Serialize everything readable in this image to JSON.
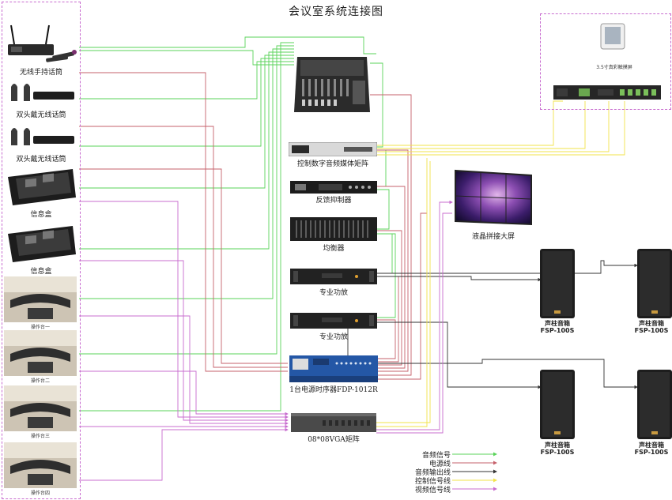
{
  "title": "会议室系统连接图",
  "devices": {
    "wireless_handheld": "无线手持话筒",
    "headset_mic_1": "双头戴无线话筒",
    "headset_mic_2": "双头戴无线话筒",
    "info_box_1": "信息盒",
    "info_box_2": "信息盒",
    "console_1": "操作台一",
    "console_2": "操作台二",
    "console_3": "操作台三",
    "console_4": "操作台四",
    "mixer": "",
    "matrix": "控制数字音频媒体矩阵",
    "feedback": "反馈抑制器",
    "equalizer": "均衡器",
    "amp_1": "专业功放",
    "amp_2": "专业功放",
    "sequencer": "1台电源时序器FDP-1012R",
    "vga_matrix": "08*08VGA矩阵",
    "lcd_wall": "液晶拼接大屏",
    "touch_screen": "3.5寸真彩触摸屏",
    "speakers": [
      {
        "name": "声柱音箱",
        "model": "FSP-100S"
      },
      {
        "name": "声柱音箱",
        "model": "FSP-100S"
      },
      {
        "name": "声柱音箱",
        "model": "FSP-100S"
      },
      {
        "name": "声柱音箱",
        "model": "FSP-100S"
      }
    ]
  },
  "legend": [
    {
      "label": "音频信号",
      "color": "#5ad35a"
    },
    {
      "label": "电源线",
      "color": "#c6616b"
    },
    {
      "label": "音频输出线",
      "color": "#333333"
    },
    {
      "label": "控制信号线",
      "color": "#f2e34a"
    },
    {
      "label": "视频信号线",
      "color": "#c86ccf"
    }
  ],
  "colors": {
    "audio": "#5ad35a",
    "power": "#c6616b",
    "audio_out": "#333333",
    "control": "#f2e34a",
    "video": "#c86ccf"
  }
}
